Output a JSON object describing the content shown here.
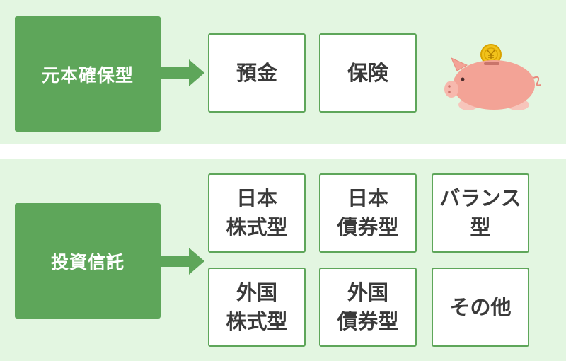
{
  "principal": {
    "label": "元本確保型",
    "items": [
      {
        "label": "預金"
      },
      {
        "label": "保険"
      }
    ]
  },
  "investment": {
    "label": "投資信託",
    "items": [
      {
        "line1": "日本",
        "line2": "株式型"
      },
      {
        "line1": "日本",
        "line2": "債券型"
      },
      {
        "line1": "バランス",
        "line2": "型"
      },
      {
        "line1": "外国",
        "line2": "株式型"
      },
      {
        "line1": "外国",
        "line2": "債券型"
      },
      {
        "line1": "その他",
        "line2": ""
      }
    ]
  },
  "colors": {
    "band": "#e3f6e1",
    "accent": "#5ea65a",
    "text": "#3a3a3a",
    "pig": "#f3a396",
    "coin": "#f1c21b"
  },
  "icons": [
    "arrow-right-icon",
    "piggy-bank-icon",
    "yen-coin-icon"
  ]
}
